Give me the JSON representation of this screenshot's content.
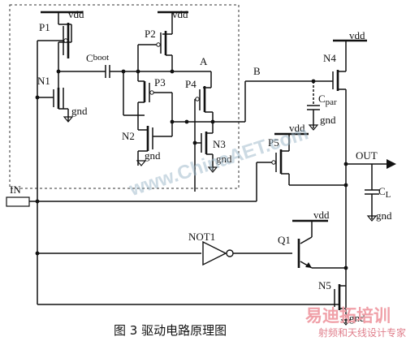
{
  "labels": {
    "vdd": "vdd",
    "gnd": "gnd",
    "p1": "P1",
    "p2": "P2",
    "p3": "P3",
    "p4": "P4",
    "p5": "P5",
    "n1": "N1",
    "n2": "N2",
    "n3": "N3",
    "n4": "N4",
    "n5": "N5",
    "cboot_c": "C",
    "cboot_sub": "boot",
    "cpar_c": "C",
    "cpar_sub": "par",
    "cl_c": "C",
    "cl_sub": "L",
    "node_a": "A",
    "node_b": "B",
    "in": "IN",
    "out": "OUT",
    "not1": "NOT1",
    "q1": "Q1"
  },
  "caption": "图 3 驱动电路原理图",
  "watermark": "www.ChinaAET.com",
  "logo": {
    "brand": "易迪拓培训",
    "tagline": "射频和天线设计专家"
  }
}
